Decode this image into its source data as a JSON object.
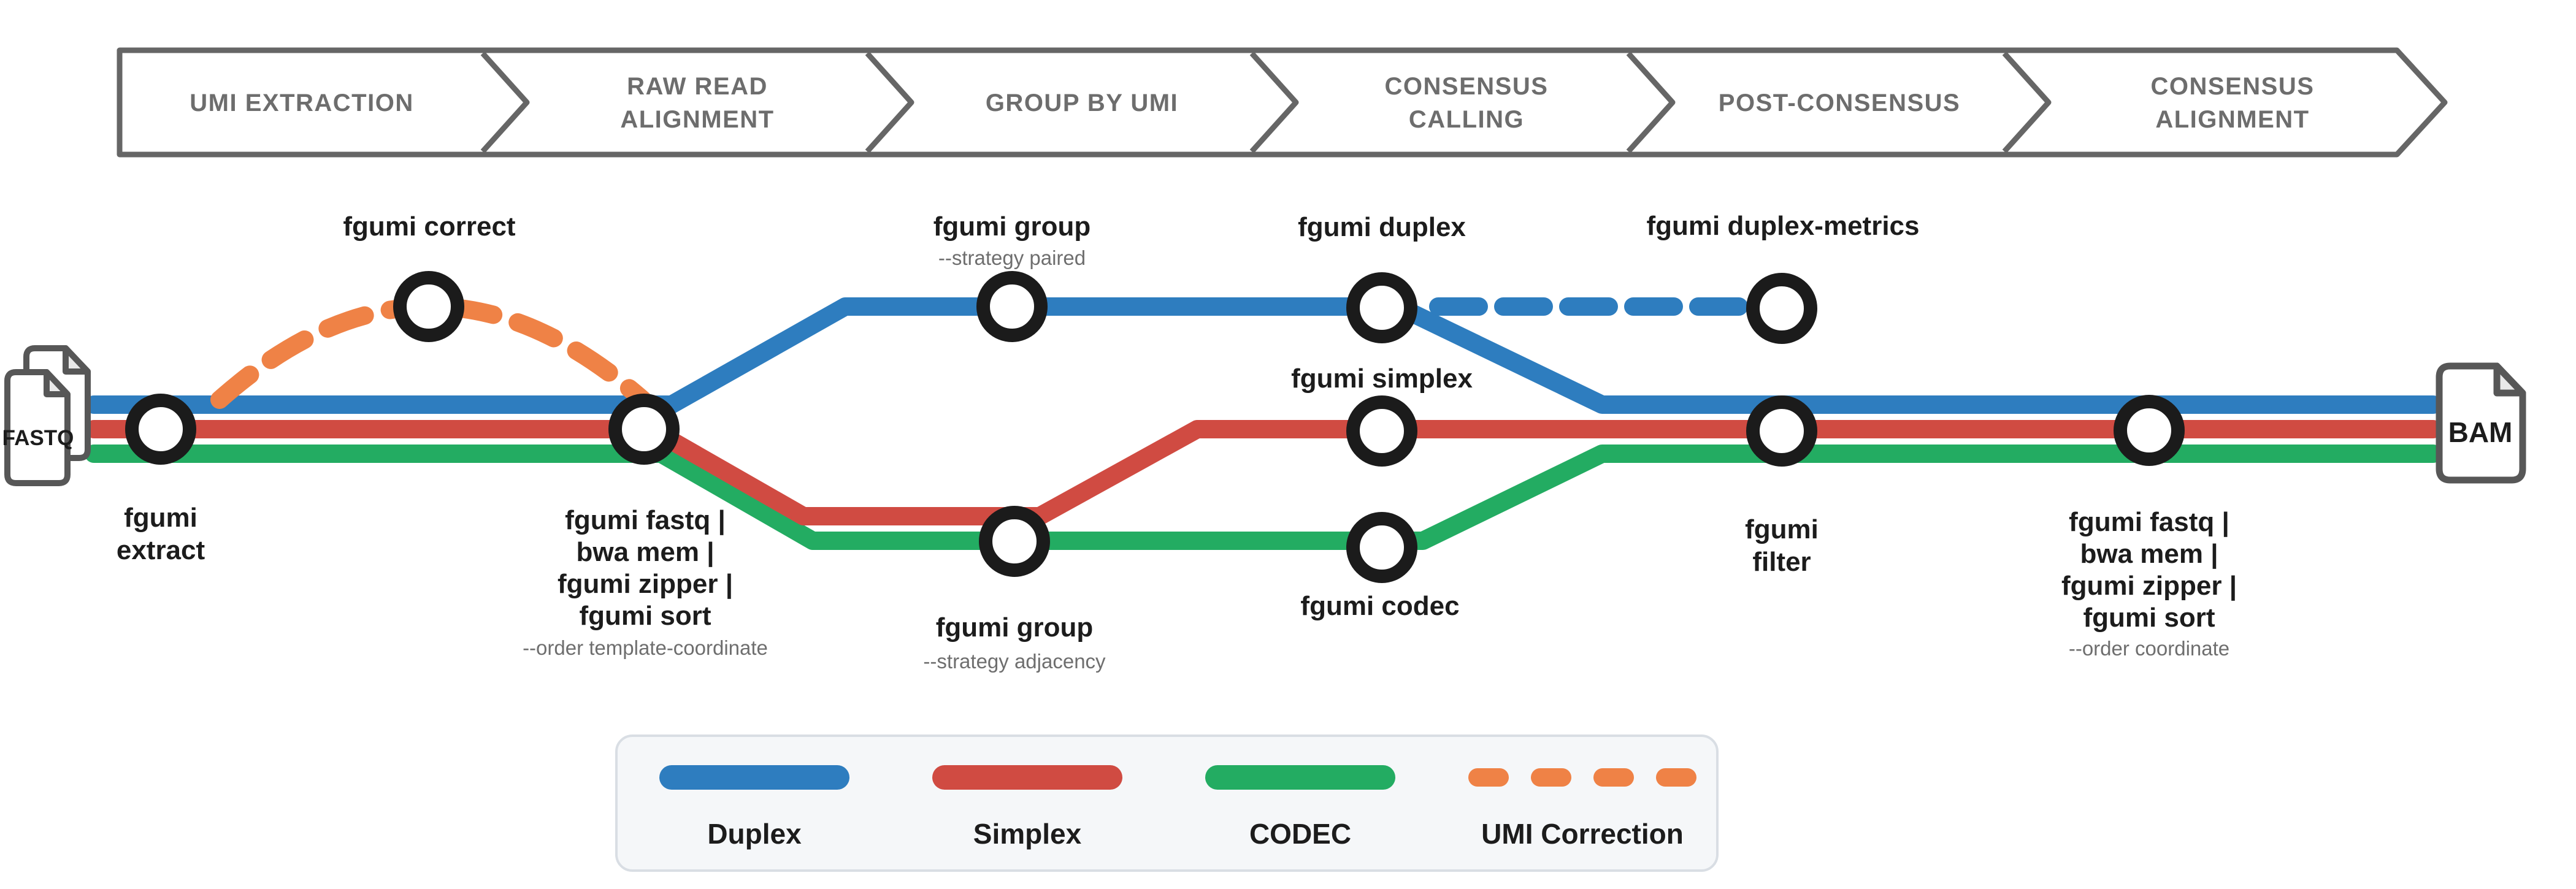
{
  "colors": {
    "duplex": "#2e7dbf",
    "simplex": "#d04b42",
    "codec": "#23ac62",
    "umi_correction": "#ef8246",
    "station_ring": "#1b1b1b",
    "label_text": "#1c1c1c",
    "sub_text": "#6e6e6e",
    "header_border": "#666666",
    "header_text": "#6d6d6d",
    "icon_border": "#575757",
    "icon_fold": "#e9e9e9",
    "legend_bg": "#f5f7f9",
    "legend_border": "#d9dee4"
  },
  "header": {
    "stages": [
      {
        "lines": [
          "UMI EXTRACTION"
        ]
      },
      {
        "lines": [
          "RAW READ",
          "ALIGNMENT"
        ]
      },
      {
        "lines": [
          "GROUP BY UMI"
        ]
      },
      {
        "lines": [
          "CONSENSUS",
          "CALLING"
        ]
      },
      {
        "lines": [
          "POST-CONSENSUS"
        ]
      },
      {
        "lines": [
          "CONSENSUS",
          "ALIGNMENT"
        ]
      }
    ]
  },
  "io": {
    "input_label": "FASTQ",
    "output_label": "BAM"
  },
  "stations": {
    "extract": {
      "lines": [
        "fgumi",
        "extract"
      ]
    },
    "correct": {
      "title": "fgumi correct"
    },
    "align1": {
      "lines": [
        "fgumi fastq |",
        "bwa mem |",
        "fgumi zipper |",
        "fgumi sort"
      ],
      "subtitle": "--order template-coordinate"
    },
    "group_paired": {
      "title": "fgumi group",
      "subtitle": "--strategy paired"
    },
    "group_adjacency": {
      "title": "fgumi group",
      "subtitle": "--strategy adjacency"
    },
    "duplex": {
      "title": "fgumi duplex"
    },
    "simplex": {
      "title": "fgumi simplex"
    },
    "codec": {
      "title": "fgumi codec"
    },
    "duplex_metrics": {
      "title": "fgumi duplex-metrics"
    },
    "filter": {
      "lines": [
        "fgumi",
        "filter"
      ]
    },
    "align2": {
      "lines": [
        "fgumi fastq |",
        "bwa mem |",
        "fgumi zipper |",
        "fgumi sort"
      ],
      "subtitle": "--order coordinate"
    }
  },
  "legend": {
    "items": [
      {
        "label": "Duplex",
        "color": "#2e7dbf",
        "style": "solid"
      },
      {
        "label": "Simplex",
        "color": "#d04b42",
        "style": "solid"
      },
      {
        "label": "CODEC",
        "color": "#23ac62",
        "style": "solid"
      },
      {
        "label": "UMI Correction",
        "color": "#ef8246",
        "style": "dashed"
      }
    ]
  }
}
